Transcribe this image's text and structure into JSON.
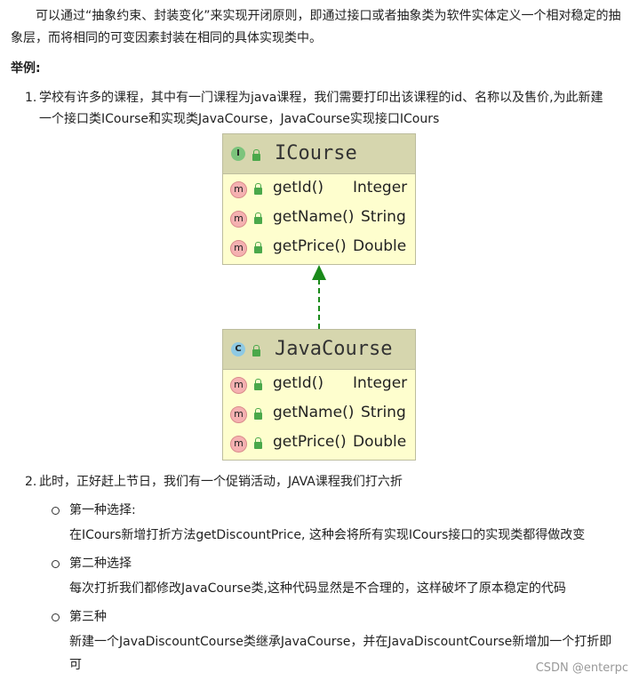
{
  "intro": "可以通过“抽象约束、封装变化”来实现开闭原则，即通过接口或者抽象类为软件实体定义一个相对稳定的抽象层，而将相同的可变因素封装在相同的具体实现类中。",
  "example_heading": "举例:",
  "items": [
    {
      "num": "1.",
      "text": "学校有许多的课程，其中有一门课程为java课程，我们需要打印出该课程的id、名称以及售价,为此新建一个接口类ICourse和实现类JavaCourse，JavaCourse实现接口ICours"
    },
    {
      "num": "2.",
      "text": "此时，正好赶上节日，我们有一个促销活动，JAVA课程我们打六折"
    }
  ],
  "diagram": {
    "interface": {
      "badge": "I",
      "name": "ICourse",
      "badge_color": "#7cc47c",
      "methods": [
        {
          "badge": "m",
          "name": "getId()",
          "type": "Integer"
        },
        {
          "badge": "m",
          "name": "getName()",
          "type": "String"
        },
        {
          "badge": "m",
          "name": "getPrice()",
          "type": "Double"
        }
      ]
    },
    "class": {
      "badge": "C",
      "name": "JavaCourse",
      "badge_color": "#8ec9e3",
      "methods": [
        {
          "badge": "m",
          "name": "getId()",
          "type": "Integer"
        },
        {
          "badge": "m",
          "name": "getName()",
          "type": "String"
        },
        {
          "badge": "m",
          "name": "getPrice()",
          "type": "Double"
        }
      ]
    },
    "arrow_color": "#1a8a1a"
  },
  "options": [
    {
      "title": "第一种选择:",
      "desc": "在ICours新增打折方法getDiscountPrice, 这种会将所有实现ICours接口的实现类都得做改变"
    },
    {
      "title": "第二种选择",
      "desc": "每次打折我们都修改JavaCourse类,这种代码显然是不合理的，这样破坏了原本稳定的代码"
    },
    {
      "title": "第三种",
      "desc": "新建一个JavaDiscountCourse类继承JavaCourse，并在JavaDiscountCourse新增加一个打折即可"
    }
  ],
  "watermark": "CSDN @enterpc"
}
